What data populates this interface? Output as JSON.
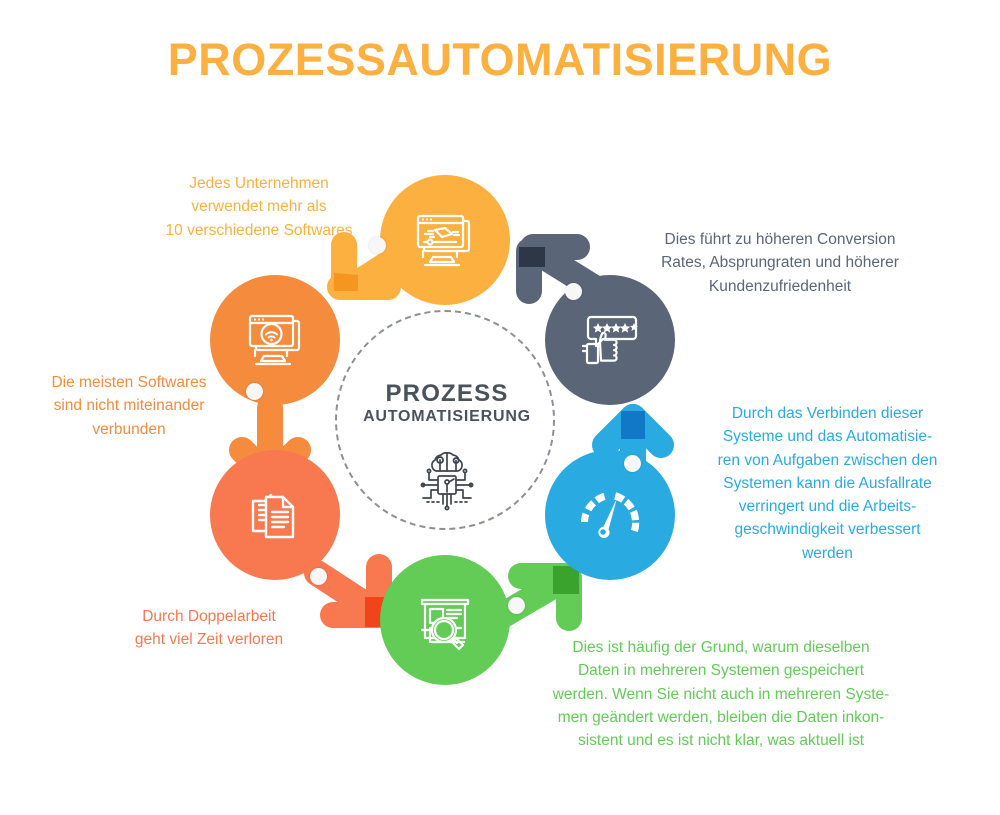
{
  "page": {
    "title": "PROZESSAUTOMATISIERUNG",
    "title_color": "#fbb040",
    "background": "#ffffff"
  },
  "hub": {
    "line1": "PROZESS",
    "line2": "AUTOMATISIERUNG",
    "icon": "ai-brain-circuit-icon",
    "text_color": "#4a525c",
    "border_style": "dashed"
  },
  "nodes": [
    {
      "id": "software-count",
      "position": "top",
      "color": "#fbb040",
      "icon": "desktop-monitor-windows-icon",
      "caption": "Jedes Unternehmen verwendet mehr als 10 verschiedene Softwares",
      "caption_lines": [
        "Jedes Unternehmen",
        "verwendet mehr als",
        "10 verschiedene Softwares"
      ],
      "caption_color": "#fbb040"
    },
    {
      "id": "customer-satisfaction",
      "position": "top-right",
      "color": "#5a6678",
      "icon": "thumbs-up-rating-stars-icon",
      "caption": "Dies führt zu höheren Conversion Rates, Absprungraten und höherer Kundenzufriedenheit",
      "caption_lines": [
        "Dies führt zu höheren Conversion",
        "Rates, Absprungraten und höherer",
        "Kundenzufriedenheit"
      ],
      "caption_color": "#5a6678"
    },
    {
      "id": "speed-performance",
      "position": "bottom-right",
      "color": "#29abe2",
      "icon": "speedometer-gauge-icon",
      "caption": "Durch das Verbinden dieser Systeme und das Automatisieren von Aufgaben zwischen den Systemen kann die Ausfallrate verringert und die Arbeitsgeschwindigkeit verbessert werden",
      "caption_lines": [
        "Durch das Verbinden dieser",
        "Systeme und das Automatisie-",
        "ren von Aufgaben zwischen den",
        "Systemen kann die Ausfallrate",
        "verringert und die Arbeits-",
        "geschwindigkeit verbessert",
        "werden"
      ],
      "caption_color": "#29abe2"
    },
    {
      "id": "data-inconsistency",
      "position": "bottom",
      "color": "#62cc56",
      "icon": "document-search-magnifier-icon",
      "caption": "Dies ist häufig der Grund, warum dieselben Daten in mehreren Systemen gespeichert werden. Wenn Sie nicht auch in mehreren Systemen geändert werden, bleiben die Daten inkonsistent und es ist nicht klar, was aktuell ist",
      "caption_lines": [
        "Dies ist häufig der Grund, warum dieselben",
        "Daten in mehreren Systemen gespeichert",
        "werden. Wenn Sie nicht auch in mehreren Syste-",
        "men geändert werden, bleiben die Daten inkon-",
        "sistent und es ist nicht klar, was aktuell ist"
      ],
      "caption_color": "#62cc56"
    },
    {
      "id": "duplicate-work",
      "position": "bottom-left",
      "color": "#f8784f",
      "icon": "duplicate-documents-icon",
      "caption": "Durch Doppelarbeit geht viel Zeit verloren",
      "caption_lines": [
        "Durch Doppelarbeit",
        "geht viel Zeit verloren"
      ],
      "caption_color": "#f8784f"
    },
    {
      "id": "disconnected-software",
      "position": "top-left",
      "color": "#f58b3c",
      "icon": "monitor-wifi-icon",
      "caption": "Die meisten Softwares sind nicht miteinander verbunden",
      "caption_lines": [
        "Die meisten Softwares",
        "sind nicht miteinander",
        "verbunden"
      ],
      "caption_color": "#f58b3c"
    }
  ],
  "arrows": [
    {
      "id": "arrow-top-to-topleft",
      "color": "#fbb040",
      "dark": "#f89a2e",
      "direction": "down-left"
    },
    {
      "id": "arrow-topright-to-top",
      "color": "#5a6678",
      "dark": "#2d3748",
      "direction": "up-left"
    },
    {
      "id": "arrow-bottomright-to-topright",
      "color": "#29abe2",
      "dark": "#1178c8",
      "direction": "up"
    },
    {
      "id": "arrow-bottom-to-bottomright",
      "color": "#62cc56",
      "dark": "#3aa32e",
      "direction": "up-right"
    },
    {
      "id": "arrow-bottomleft-to-bottom",
      "color": "#f8784f",
      "dark": "#f0441a",
      "direction": "down-right"
    },
    {
      "id": "arrow-topleft-to-bottomleft",
      "color": "#f58b3c",
      "dark": "#ef4f13",
      "direction": "down"
    }
  ]
}
